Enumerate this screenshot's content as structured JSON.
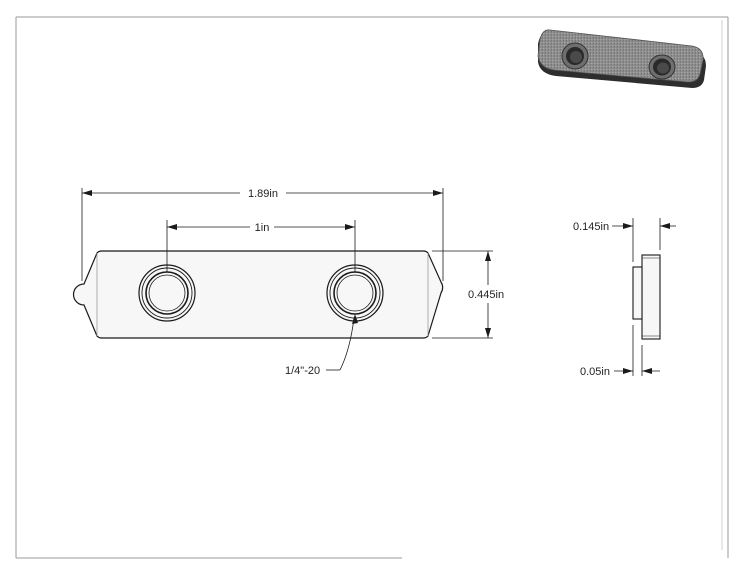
{
  "drawing": {
    "dimensions": {
      "overall_width": "1.89in",
      "hole_spacing": "1in",
      "height": "0.445in",
      "thread_callout": "1/4\"-20",
      "thickness": "0.145in",
      "step": "0.05in"
    },
    "colors": {
      "line": "#1a1a1a",
      "border": "#9a9a9a",
      "part_fill": "#f4f4f4",
      "iso_body": "#8a8a8a",
      "iso_dark": "#3a3a3a"
    }
  }
}
